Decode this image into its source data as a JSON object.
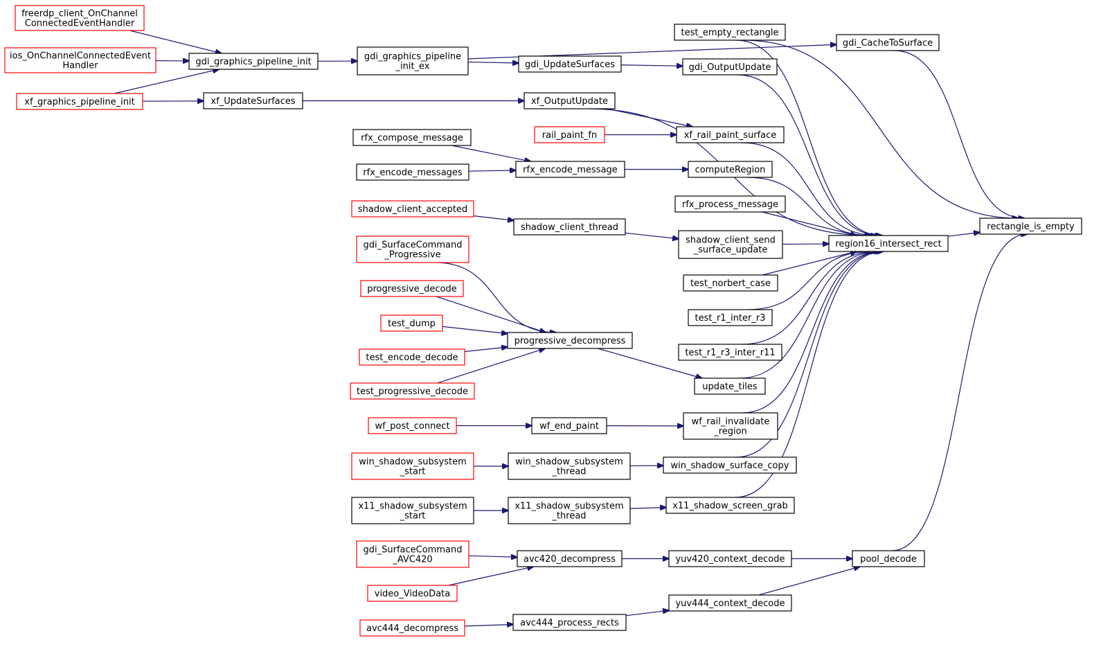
{
  "colors": {
    "edge": "#191970",
    "border_normal": "#000000",
    "border_truncated": "#ff0000",
    "fill_normal": "#ffffff",
    "fill_focus": "#bfbfbf"
  },
  "nodes": [
    {
      "id": "freerdp_onchannel",
      "lines": [
        "freerdp_client_OnChannel",
        "ConnectedEventHandler"
      ],
      "style": "truncated"
    },
    {
      "id": "ios_onchannel",
      "lines": [
        "ios_OnChannelConnectedEvent",
        "Handler"
      ],
      "style": "truncated"
    },
    {
      "id": "xf_graphics_pipeline_init",
      "lines": [
        "xf_graphics_pipeline_init"
      ],
      "style": "truncated"
    },
    {
      "id": "gdi_graphics_pipeline_init",
      "lines": [
        "gdi_graphics_pipeline_init"
      ],
      "style": "normal"
    },
    {
      "id": "xf_updatesurfaces",
      "lines": [
        "xf_UpdateSurfaces"
      ],
      "style": "normal"
    },
    {
      "id": "gdi_graphics_pipeline_init_ex",
      "lines": [
        "gdi_graphics_pipeline",
        "_init_ex"
      ],
      "style": "normal"
    },
    {
      "id": "gdi_updatesurfaces",
      "lines": [
        "gdi_UpdateSurfaces"
      ],
      "style": "normal"
    },
    {
      "id": "xf_outputupdate",
      "lines": [
        "xf_OutputUpdate"
      ],
      "style": "normal"
    },
    {
      "id": "rail_paint_fn",
      "lines": [
        "rail_paint_fn"
      ],
      "style": "truncated"
    },
    {
      "id": "rfx_compose_message",
      "lines": [
        "rfx_compose_message"
      ],
      "style": "normal"
    },
    {
      "id": "rfx_encode_messages",
      "lines": [
        "rfx_encode_messages"
      ],
      "style": "normal"
    },
    {
      "id": "rfx_encode_message",
      "lines": [
        "rfx_encode_message"
      ],
      "style": "normal"
    },
    {
      "id": "shadow_client_accepted",
      "lines": [
        "shadow_client_accepted"
      ],
      "style": "truncated"
    },
    {
      "id": "shadow_client_thread",
      "lines": [
        "shadow_client_thread"
      ],
      "style": "normal"
    },
    {
      "id": "gdi_surfacecommand_progressive",
      "lines": [
        "gdi_SurfaceCommand",
        "_Progressive"
      ],
      "style": "truncated"
    },
    {
      "id": "progressive_decode",
      "lines": [
        "progressive_decode"
      ],
      "style": "truncated"
    },
    {
      "id": "test_dump",
      "lines": [
        "test_dump"
      ],
      "style": "truncated"
    },
    {
      "id": "test_encode_decode",
      "lines": [
        "test_encode_decode"
      ],
      "style": "truncated"
    },
    {
      "id": "test_progressive_decode",
      "lines": [
        "test_progressive_decode"
      ],
      "style": "truncated"
    },
    {
      "id": "progressive_decompress",
      "lines": [
        "progressive_decompress"
      ],
      "style": "normal"
    },
    {
      "id": "wf_post_connect",
      "lines": [
        "wf_post_connect"
      ],
      "style": "truncated"
    },
    {
      "id": "wf_end_paint",
      "lines": [
        "wf_end_paint"
      ],
      "style": "normal"
    },
    {
      "id": "win_shadow_subsystem_start",
      "lines": [
        "win_shadow_subsystem",
        "_start"
      ],
      "style": "truncated"
    },
    {
      "id": "win_shadow_subsystem_thread",
      "lines": [
        "win_shadow_subsystem",
        "_thread"
      ],
      "style": "normal"
    },
    {
      "id": "x11_shadow_subsystem_start",
      "lines": [
        "x11_shadow_subsystem",
        "_start"
      ],
      "style": "normal"
    },
    {
      "id": "x11_shadow_subsystem_thread",
      "lines": [
        "x11_shadow_subsystem",
        "_thread"
      ],
      "style": "normal"
    },
    {
      "id": "gdi_surfacecommand_avc420",
      "lines": [
        "gdi_SurfaceCommand",
        "_AVC420"
      ],
      "style": "truncated"
    },
    {
      "id": "video_videodata",
      "lines": [
        "video_VideoData"
      ],
      "style": "truncated"
    },
    {
      "id": "avc420_decompress",
      "lines": [
        "avc420_decompress"
      ],
      "style": "normal"
    },
    {
      "id": "avc444_decompress",
      "lines": [
        "avc444_decompress"
      ],
      "style": "truncated"
    },
    {
      "id": "avc444_process_rects",
      "lines": [
        "avc444_process_rects"
      ],
      "style": "normal"
    },
    {
      "id": "test_empty_rectangle",
      "lines": [
        "test_empty_rectangle"
      ],
      "style": "normal"
    },
    {
      "id": "gdi_outputupdate",
      "lines": [
        "gdi_OutputUpdate"
      ],
      "style": "normal"
    },
    {
      "id": "xf_rail_paint_surface",
      "lines": [
        "xf_rail_paint_surface"
      ],
      "style": "normal"
    },
    {
      "id": "computeregion",
      "lines": [
        "computeRegion"
      ],
      "style": "normal"
    },
    {
      "id": "rfx_process_message",
      "lines": [
        "rfx_process_message"
      ],
      "style": "normal"
    },
    {
      "id": "shadow_client_send_surface_update",
      "lines": [
        "shadow_client_send",
        "_surface_update"
      ],
      "style": "normal"
    },
    {
      "id": "test_norbert_case",
      "lines": [
        "test_norbert_case"
      ],
      "style": "normal"
    },
    {
      "id": "test_r1_inter_r3",
      "lines": [
        "test_r1_inter_r3"
      ],
      "style": "normal"
    },
    {
      "id": "test_r1_r3_inter_r11",
      "lines": [
        "test_r1_r3_inter_r11"
      ],
      "style": "normal"
    },
    {
      "id": "update_tiles",
      "lines": [
        "update_tiles"
      ],
      "style": "normal"
    },
    {
      "id": "wf_rail_invalidate_region",
      "lines": [
        "wf_rail_invalidate",
        "_region"
      ],
      "style": "normal"
    },
    {
      "id": "win_shadow_surface_copy",
      "lines": [
        "win_shadow_surface_copy"
      ],
      "style": "normal"
    },
    {
      "id": "x11_shadow_screen_grab",
      "lines": [
        "x11_shadow_screen_grab"
      ],
      "style": "normal"
    },
    {
      "id": "yuv420_context_decode",
      "lines": [
        "yuv420_context_decode"
      ],
      "style": "normal"
    },
    {
      "id": "yuv444_context_decode",
      "lines": [
        "yuv444_context_decode"
      ],
      "style": "normal"
    },
    {
      "id": "gdi_cachetosurface",
      "lines": [
        "gdi_CacheToSurface"
      ],
      "style": "normal"
    },
    {
      "id": "region16_intersect_rect",
      "lines": [
        "region16_intersect_rect"
      ],
      "style": "normal"
    },
    {
      "id": "pool_decode",
      "lines": [
        "pool_decode"
      ],
      "style": "normal"
    },
    {
      "id": "rectangle_is_empty",
      "lines": [
        "rectangle_is_empty"
      ],
      "style": "focus"
    }
  ],
  "edges": [
    {
      "from": "freerdp_onchannel",
      "to": "gdi_graphics_pipeline_init"
    },
    {
      "from": "ios_onchannel",
      "to": "gdi_graphics_pipeline_init"
    },
    {
      "from": "xf_graphics_pipeline_init",
      "to": "gdi_graphics_pipeline_init"
    },
    {
      "from": "xf_graphics_pipeline_init",
      "to": "xf_updatesurfaces"
    },
    {
      "from": "gdi_graphics_pipeline_init",
      "to": "gdi_graphics_pipeline_init_ex"
    },
    {
      "from": "xf_updatesurfaces",
      "to": "xf_outputupdate"
    },
    {
      "from": "gdi_graphics_pipeline_init_ex",
      "to": "gdi_updatesurfaces"
    },
    {
      "from": "gdi_graphics_pipeline_init_ex",
      "to": "gdi_cachetosurface"
    },
    {
      "from": "gdi_updatesurfaces",
      "to": "gdi_outputupdate"
    },
    {
      "from": "xf_outputupdate",
      "to": "xf_rail_paint_surface"
    },
    {
      "from": "xf_outputupdate",
      "to": "region16_intersect_rect"
    },
    {
      "from": "rail_paint_fn",
      "to": "xf_rail_paint_surface"
    },
    {
      "from": "rfx_compose_message",
      "to": "rfx_encode_message"
    },
    {
      "from": "rfx_encode_messages",
      "to": "rfx_encode_message"
    },
    {
      "from": "rfx_encode_message",
      "to": "computeregion"
    },
    {
      "from": "shadow_client_accepted",
      "to": "shadow_client_thread"
    },
    {
      "from": "shadow_client_thread",
      "to": "shadow_client_send_surface_update"
    },
    {
      "from": "gdi_surfacecommand_progressive",
      "to": "progressive_decompress"
    },
    {
      "from": "progressive_decode",
      "to": "progressive_decompress"
    },
    {
      "from": "test_dump",
      "to": "progressive_decompress"
    },
    {
      "from": "test_encode_decode",
      "to": "progressive_decompress"
    },
    {
      "from": "test_progressive_decode",
      "to": "progressive_decompress"
    },
    {
      "from": "progressive_decompress",
      "to": "update_tiles"
    },
    {
      "from": "wf_post_connect",
      "to": "wf_end_paint"
    },
    {
      "from": "wf_end_paint",
      "to": "wf_rail_invalidate_region"
    },
    {
      "from": "win_shadow_subsystem_start",
      "to": "win_shadow_subsystem_thread"
    },
    {
      "from": "win_shadow_subsystem_thread",
      "to": "win_shadow_surface_copy"
    },
    {
      "from": "x11_shadow_subsystem_start",
      "to": "x11_shadow_subsystem_thread"
    },
    {
      "from": "x11_shadow_subsystem_thread",
      "to": "x11_shadow_screen_grab"
    },
    {
      "from": "gdi_surfacecommand_avc420",
      "to": "avc420_decompress"
    },
    {
      "from": "video_videodata",
      "to": "avc420_decompress"
    },
    {
      "from": "avc420_decompress",
      "to": "yuv420_context_decode"
    },
    {
      "from": "avc444_decompress",
      "to": "avc444_process_rects"
    },
    {
      "from": "avc444_process_rects",
      "to": "yuv444_context_decode"
    },
    {
      "from": "test_empty_rectangle",
      "to": "region16_intersect_rect"
    },
    {
      "from": "test_empty_rectangle",
      "to": "rectangle_is_empty"
    },
    {
      "from": "gdi_outputupdate",
      "to": "region16_intersect_rect"
    },
    {
      "from": "xf_rail_paint_surface",
      "to": "region16_intersect_rect"
    },
    {
      "from": "computeregion",
      "to": "region16_intersect_rect"
    },
    {
      "from": "rfx_process_message",
      "to": "region16_intersect_rect"
    },
    {
      "from": "shadow_client_send_surface_update",
      "to": "region16_intersect_rect"
    },
    {
      "from": "test_norbert_case",
      "to": "region16_intersect_rect"
    },
    {
      "from": "test_r1_inter_r3",
      "to": "region16_intersect_rect"
    },
    {
      "from": "test_r1_r3_inter_r11",
      "to": "region16_intersect_rect"
    },
    {
      "from": "update_tiles",
      "to": "region16_intersect_rect"
    },
    {
      "from": "wf_rail_invalidate_region",
      "to": "region16_intersect_rect"
    },
    {
      "from": "win_shadow_surface_copy",
      "to": "region16_intersect_rect"
    },
    {
      "from": "x11_shadow_screen_grab",
      "to": "region16_intersect_rect"
    },
    {
      "from": "yuv420_context_decode",
      "to": "pool_decode"
    },
    {
      "from": "yuv444_context_decode",
      "to": "pool_decode"
    },
    {
      "from": "gdi_cachetosurface",
      "to": "rectangle_is_empty"
    },
    {
      "from": "region16_intersect_rect",
      "to": "rectangle_is_empty"
    },
    {
      "from": "pool_decode",
      "to": "rectangle_is_empty"
    }
  ]
}
